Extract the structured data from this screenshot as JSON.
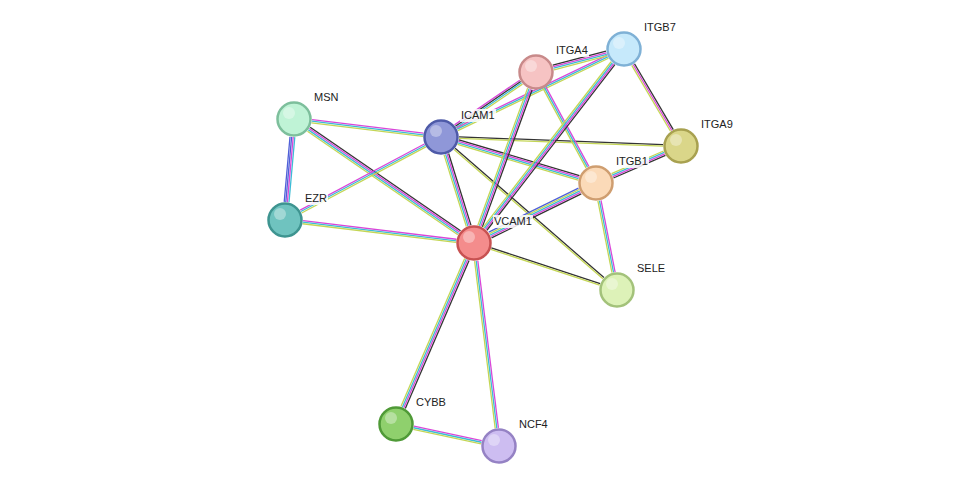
{
  "diagram": {
    "nodes": [
      {
        "text": [
          "ITGB7"
        ]
      },
      {
        "text": [
          "ITGA4"
        ]
      },
      {
        "text": [
          "MSN"
        ]
      },
      {
        "text": [
          "ICAM1"
        ]
      },
      {
        "text": [
          "ITGA9"
        ]
      },
      {
        "text": [
          "ITGB1"
        ]
      },
      {
        "text": [
          "EZR"
        ]
      },
      {
        "text": [
          "VCAM1"
        ]
      },
      {
        "text": [
          "SELE"
        ]
      },
      {
        "text": [
          "CYBB"
        ]
      },
      {
        "text": [
          "NCF4"
        ]
      }
    ],
    "edges": [
      {
        "from": 2,
        "to": 6,
        "arrow": "none"
      },
      {
        "from": 2,
        "to": 3,
        "arrow": "none"
      },
      {
        "from": 2,
        "to": 7,
        "arrow": "none"
      },
      {
        "from": 6,
        "to": 3,
        "arrow": "none"
      },
      {
        "from": 6,
        "to": 7,
        "arrow": "none"
      },
      {
        "from": 3,
        "to": 1,
        "arrow": "none"
      },
      {
        "from": 3,
        "to": 4,
        "arrow": "none"
      },
      {
        "from": 3,
        "to": 5,
        "arrow": "none"
      },
      {
        "from": 3,
        "to": 7,
        "arrow": "none"
      },
      {
        "from": 3,
        "to": 8,
        "arrow": "none"
      },
      {
        "from": 3,
        "to": 0,
        "arrow": "none"
      },
      {
        "from": 1,
        "to": 0,
        "arrow": "none"
      },
      {
        "from": 1,
        "to": 5,
        "arrow": "none"
      },
      {
        "from": 1,
        "to": 7,
        "arrow": "none"
      },
      {
        "from": 0,
        "to": 4,
        "arrow": "none"
      },
      {
        "from": 0,
        "to": 7,
        "arrow": "none"
      },
      {
        "from": 4,
        "to": 5,
        "arrow": "none"
      },
      {
        "from": 5,
        "to": 7,
        "arrow": "none"
      },
      {
        "from": 5,
        "to": 8,
        "arrow": "none"
      },
      {
        "from": 7,
        "to": 8,
        "arrow": "none"
      },
      {
        "from": 7,
        "to": 9,
        "arrow": "none"
      },
      {
        "from": 7,
        "to": 10,
        "arrow": "none"
      },
      {
        "from": 9,
        "to": 10,
        "arrow": "none"
      }
    ]
  }
}
